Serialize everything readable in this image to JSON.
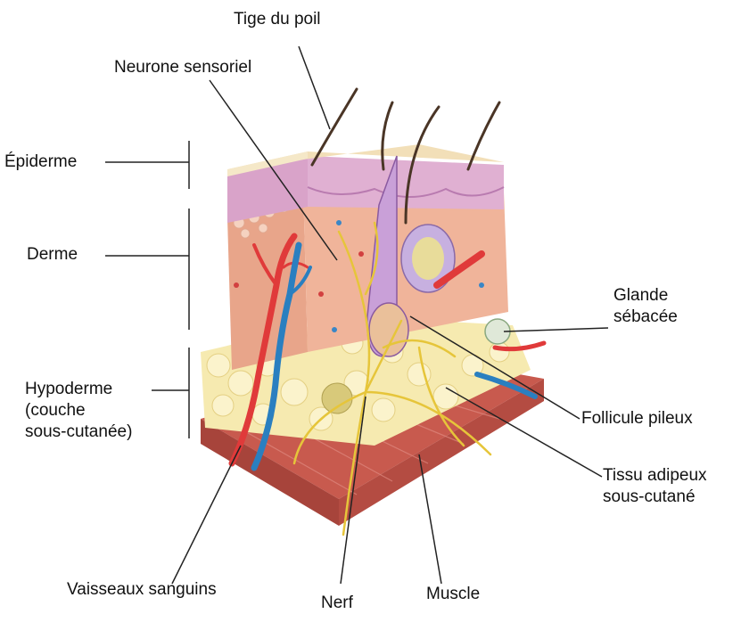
{
  "labels": {
    "hair_shaft": "Tige du poil",
    "sensory_neuron": "Neurone sensoriel",
    "epidermis": "Épiderme",
    "dermis": "Derme",
    "hypodermis": "Hypoderme\n(couche\nsous-cutanée)",
    "sebaceous_gland": "Glande\nsébacée",
    "hair_follicle": "Follicule pileux",
    "adipose_tissue": "Tissu adipeux\nsous-cutané",
    "blood_vessels": "Vaisseaux sanguins",
    "nerve": "Nerf",
    "muscle": "Muscle"
  },
  "colors": {
    "skin_surface": "#f2dfb8",
    "epidermis": "#d9a3c9",
    "dermis": "#e8a58a",
    "fat": "#f6eab0",
    "muscle": "#c85a4e",
    "artery": "#e03a3a",
    "vein": "#2a7fc0",
    "nerve": "#e6c53a",
    "hair": "#4a3526",
    "gland": "#b89ad0"
  }
}
